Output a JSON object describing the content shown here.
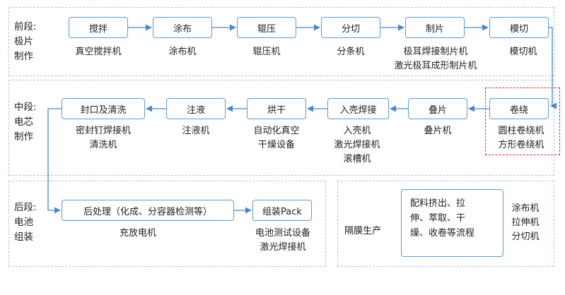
{
  "stages": [
    {
      "id": "front",
      "label": [
        "前段:",
        "极片",
        "制作"
      ],
      "steps": [
        {
          "name": "搅拌",
          "equipment": [
            "真空搅拌机"
          ]
        },
        {
          "name": "涂布",
          "equipment": [
            "涂布机"
          ]
        },
        {
          "name": "辊压",
          "equipment": [
            "辊压机"
          ]
        },
        {
          "name": "分切",
          "equipment": [
            "分条机"
          ]
        },
        {
          "name": "制片",
          "equipment": [
            "极耳焊接制片机",
            "激光极耳成形制片机"
          ]
        },
        {
          "name": "模切",
          "equipment": [
            "模切机"
          ]
        }
      ]
    },
    {
      "id": "middle",
      "label": [
        "中段:",
        "电芯",
        "制作"
      ],
      "steps": [
        {
          "name": "卷绕",
          "equipment": [
            "圆柱卷绕机",
            "方形卷绕机"
          ],
          "highlighted": true
        },
        {
          "name": "叠片",
          "equipment": [
            "叠片机"
          ]
        },
        {
          "name": "入壳焊接",
          "equipment": [
            "入壳机",
            "激光焊接机",
            "滚槽机"
          ]
        },
        {
          "name": "烘干",
          "equipment": [
            "自动化真空",
            "干燥设备"
          ]
        },
        {
          "name": "注液",
          "equipment": [
            "注液机"
          ]
        },
        {
          "name": "封口及清洗",
          "equipment": [
            "密封钉焊接机",
            "清洗机"
          ]
        }
      ]
    },
    {
      "id": "back",
      "label": [
        "后段:",
        "电池",
        "组装"
      ],
      "steps": [
        {
          "name": "后处理（化成、分容器检测等）",
          "equipment": [
            "充放电机"
          ]
        },
        {
          "name": "组装Pack",
          "equipment": [
            "电池测试设备",
            "激光焊接机"
          ]
        }
      ]
    }
  ],
  "separator": {
    "label": "隔膜生产",
    "process": [
      "配料挤出、拉",
      "伸、萃取、干",
      "燥、收卷等流程"
    ],
    "equipment": [
      "涂布机",
      "拉伸机",
      "分切机"
    ]
  },
  "colors": {
    "box_border": "#5b9bd5",
    "arrow": "#4a86c5",
    "section_border": "#a9c6e6",
    "highlight": "#d9302c"
  }
}
